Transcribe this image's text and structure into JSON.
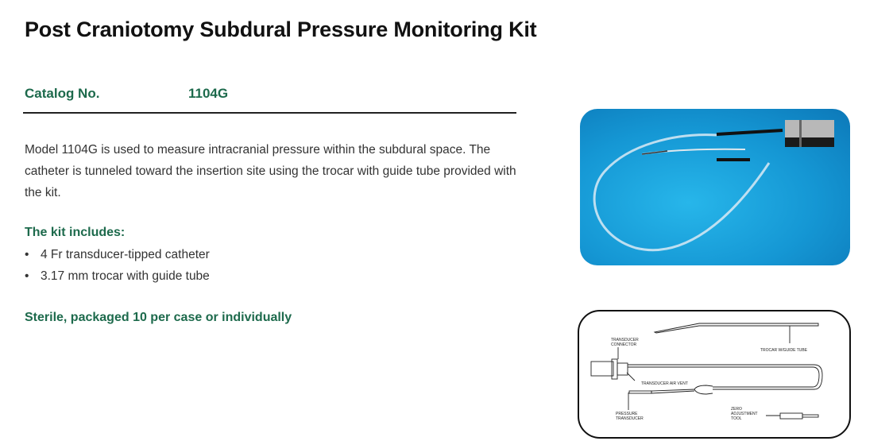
{
  "title": "Post Craniotomy Subdural Pressure Monitoring Kit",
  "catalog": {
    "label": "Catalog No.",
    "number": "1104G"
  },
  "description": "Model 1104G is used to measure intracranial pressure within the subdural space. The catheter is tunneled toward the insertion site using the trocar with guide tube provided with the kit.",
  "kit": {
    "heading": "The kit includes:",
    "items": [
      "4 Fr transducer-tipped catheter",
      "3.17 mm trocar with guide tube"
    ]
  },
  "sterile": "Sterile, packaged 10 per case or individually",
  "diagram": {
    "labels": {
      "connector_1": "TRANSDUCER",
      "connector_2": "CONNECTOR",
      "trocar": "TROCAR W/GUIDE TUBE",
      "air_vent": "TRANSDUCER AIR VENT",
      "pressure_1": "PRESSURE",
      "pressure_2": "TRANSDUCER",
      "zero_1": "ZERO",
      "zero_2": "ADJUSTMENT",
      "zero_3": "TOOL"
    }
  },
  "colors": {
    "accent": "#1d6a4c",
    "photo_bg": "#1597d4"
  }
}
